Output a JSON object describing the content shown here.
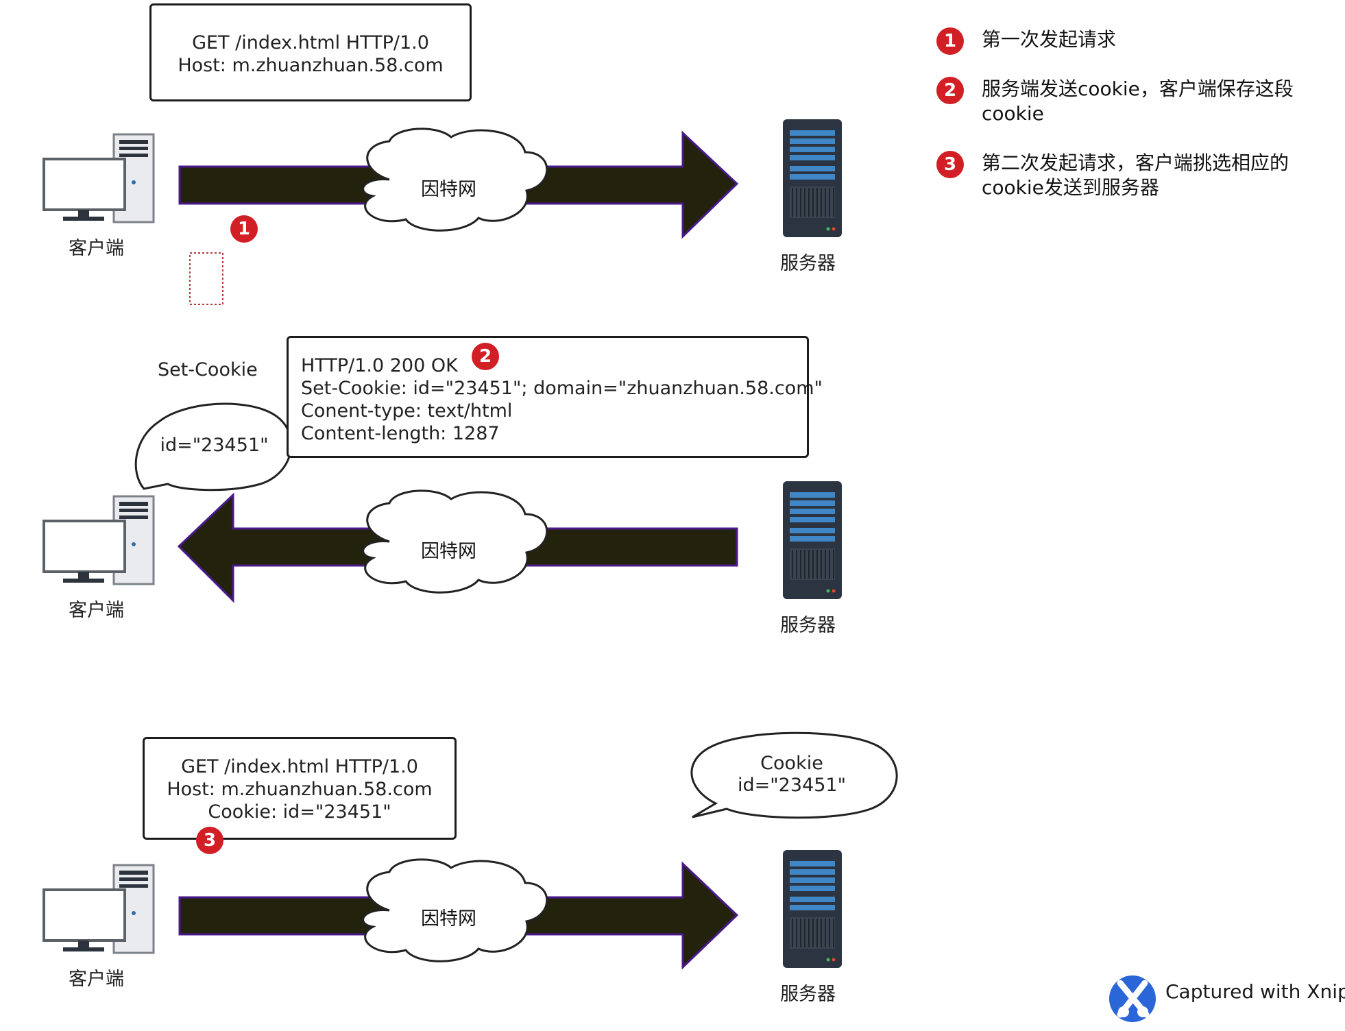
{
  "legend": [
    {
      "num": "1",
      "text": "第一次发起请求"
    },
    {
      "num": "2",
      "text": "服务端发送cookie，客户端保存这段cookie"
    },
    {
      "num": "3",
      "text": "第二次发起请求，客户端挑选相应的cookie发送到服务器"
    }
  ],
  "step1": {
    "request_lines": [
      "GET /index.html HTTP/1.0",
      "Host: m.zhuanzhuan.58.com"
    ],
    "badge": "1",
    "client_label": "客户端",
    "server_label": "服务器",
    "cloud_label": "因特网"
  },
  "step2": {
    "response_lines": [
      "HTTP/1.0 200 OK",
      "Set-Cookie: id=\"23451\"; domain=\"zhuanzhuan.58.com\"",
      "Conent-type: text/html",
      "Content-length: 1287"
    ],
    "badge": "2",
    "set_cookie_label": "Set-Cookie",
    "bubble_text": "id=\"23451\"",
    "client_label": "客户端",
    "server_label": "服务器",
    "cloud_label": "因特网"
  },
  "step3": {
    "request_lines": [
      "GET /index.html HTTP/1.0",
      "Host: m.zhuanzhuan.58.com",
      "Cookie: id=\"23451\""
    ],
    "badge": "3",
    "bubble_lines": [
      "Cookie",
      "id=\"23451\""
    ],
    "client_label": "客户端",
    "server_label": "服务器",
    "cloud_label": "因特网"
  },
  "watermark": "Captured with Xnip",
  "colors": {
    "arrow_fill": "#22220d",
    "arrow_stroke": "#4a1a8c",
    "badge": "#d21f26",
    "server_dark": "#2b3440",
    "server_blue": "#2f6da8"
  }
}
